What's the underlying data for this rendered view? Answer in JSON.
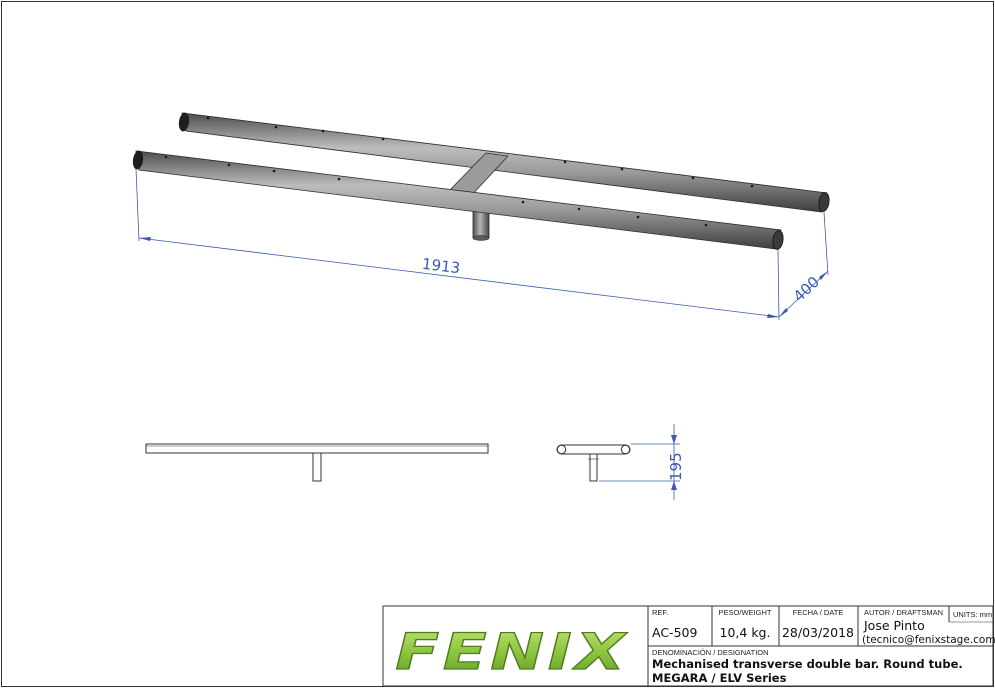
{
  "dimensions": {
    "length": "1913",
    "width": "400",
    "height": "195"
  },
  "title_block": {
    "logo_text": "FENIX",
    "ref_label": "REF.",
    "ref_value": "AC-509",
    "weight_label": "PESO/WEIGHT",
    "weight_value": "10,4 kg.",
    "date_label": "FECHA / DATE",
    "date_value": "28/03/2018",
    "author_label": "AUTOR / DRAFTSMAN",
    "author_name": "Jose Pinto",
    "author_email": "(tecnico@fenixstage.com)",
    "units_label": "UNITS: mm",
    "designation_label": "DENOMINACIÓN / DESIGNATION",
    "designation_line1": "Mechanised transverse double bar. Round tube.",
    "designation_line2": "MEGARA / ELV Series"
  },
  "colors": {
    "dimension": "#3a5bb0",
    "tube": "#7a7a7a",
    "logo_green": "#8dc63f"
  }
}
